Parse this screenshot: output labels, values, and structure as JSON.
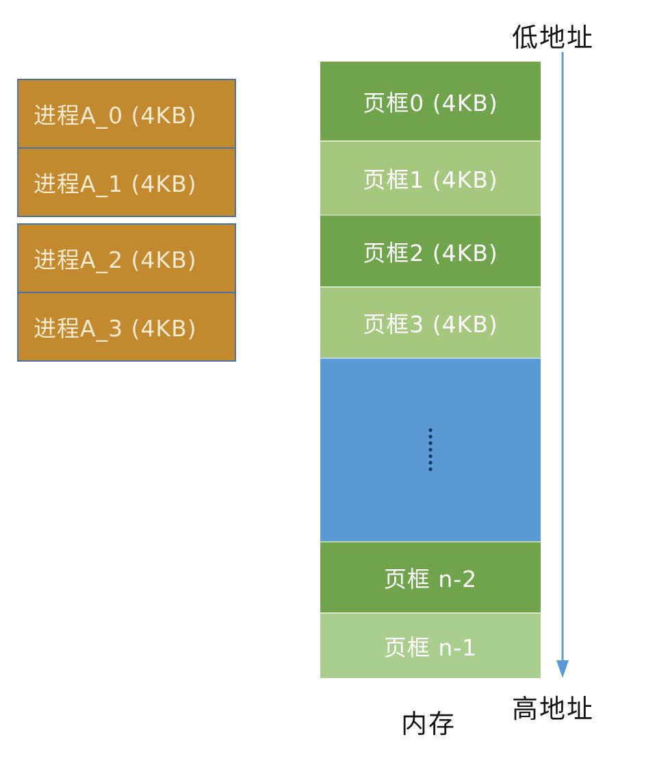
{
  "labels": {
    "low_address": "低地址",
    "high_address": "高地址",
    "memory": "内存"
  },
  "process_blocks": [
    {
      "label": "进程A_0 (4KB)"
    },
    {
      "label": "进程A_1 (4KB)"
    },
    {
      "label": "进程A_2 (4KB)"
    },
    {
      "label": "进程A_3 (4KB)"
    }
  ],
  "memory_frames": [
    {
      "label": "页框0 (4KB)",
      "variant": "dark-green"
    },
    {
      "label": "页框1 (4KB)",
      "variant": "light-green"
    },
    {
      "label": "页框2 (4KB)",
      "variant": "dark-green"
    },
    {
      "label": "页框3 (4KB)",
      "variant": "light-green"
    },
    {
      "label": "",
      "variant": "blue-ellipsis"
    },
    {
      "label": "页框 n-2",
      "variant": "dark-green"
    },
    {
      "label": "页框 n-1",
      "variant": "pale-green"
    }
  ],
  "colors": {
    "process_block": "#c3892e",
    "process_border": "#4a72a8",
    "frame_dark_green": "#6fa44c",
    "frame_light_green": "#a6c77e",
    "frame_pale_green": "#a9ce8d",
    "frame_blue": "#5b9bd5",
    "arrow_blue": "#5b9bd5"
  }
}
